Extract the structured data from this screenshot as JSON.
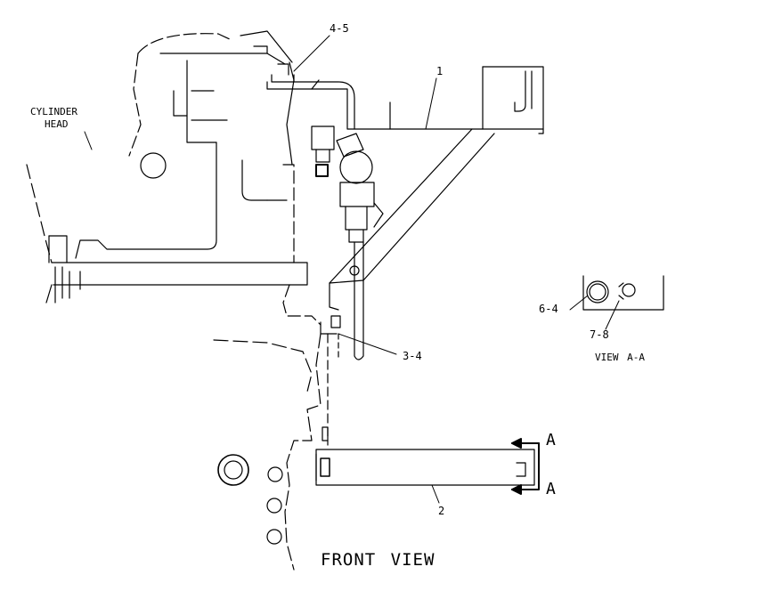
{
  "labels": {
    "cylinder_head_line1": "CYLINDER",
    "cylinder_head_line2": "HEAD",
    "callout_4_5": "4-5",
    "callout_1": "1",
    "callout_3_4": "3-4",
    "callout_2": "2",
    "callout_6_4": "6-4",
    "callout_7_8": "7-8",
    "view_a_a": "VIEW A-A",
    "section_a_top": "A",
    "section_a_bottom": "A",
    "front_view": "FRONT VIEW"
  },
  "colors": {
    "ink": "#000000",
    "paper": "#ffffff"
  }
}
